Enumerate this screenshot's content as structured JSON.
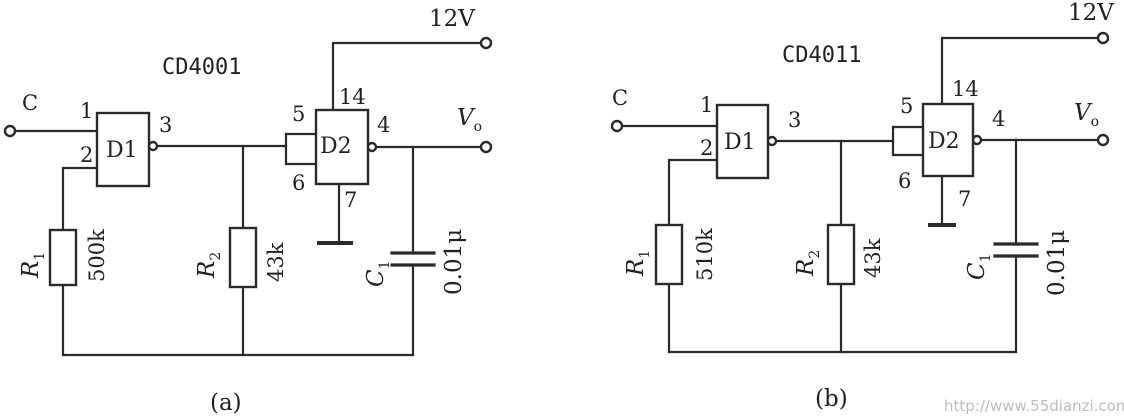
{
  "circuit_a": {
    "chip": "CD4001",
    "supply": "12V",
    "input": "C",
    "output_sym": "V",
    "output_sub": "o",
    "gate1": "D1",
    "gate2": "D2",
    "pins": {
      "p1": "1",
      "p2": "2",
      "p3": "3",
      "p4": "4",
      "p5": "5",
      "p6": "6",
      "p7": "7",
      "p14": "14"
    },
    "r1_sym": "R",
    "r1_sub": "1",
    "r1_value": "500k",
    "r2_sym": "R",
    "r2_sub": "2",
    "r2_value": "43k",
    "c1_sym": "C",
    "c1_sub": "1",
    "c1_value": "0.01μ",
    "caption": "(a)"
  },
  "circuit_b": {
    "chip": "CD4011",
    "supply": "12V",
    "input": "C",
    "output_sym": "V",
    "output_sub": "o",
    "gate1": "D1",
    "gate2": "D2",
    "pins": {
      "p1": "1",
      "p2": "2",
      "p3": "3",
      "p4": "4",
      "p5": "5",
      "p6": "6",
      "p7": "7",
      "p14": "14"
    },
    "r1_sym": "R",
    "r1_sub": "1",
    "r1_value": "510k",
    "r2_sym": "R",
    "r2_sub": "2",
    "r2_value": "43k",
    "c1_sym": "C",
    "c1_sub": "1",
    "c1_value": "0.01μ",
    "caption": "(b)"
  },
  "watermark": "http://www.55dianzi.com"
}
